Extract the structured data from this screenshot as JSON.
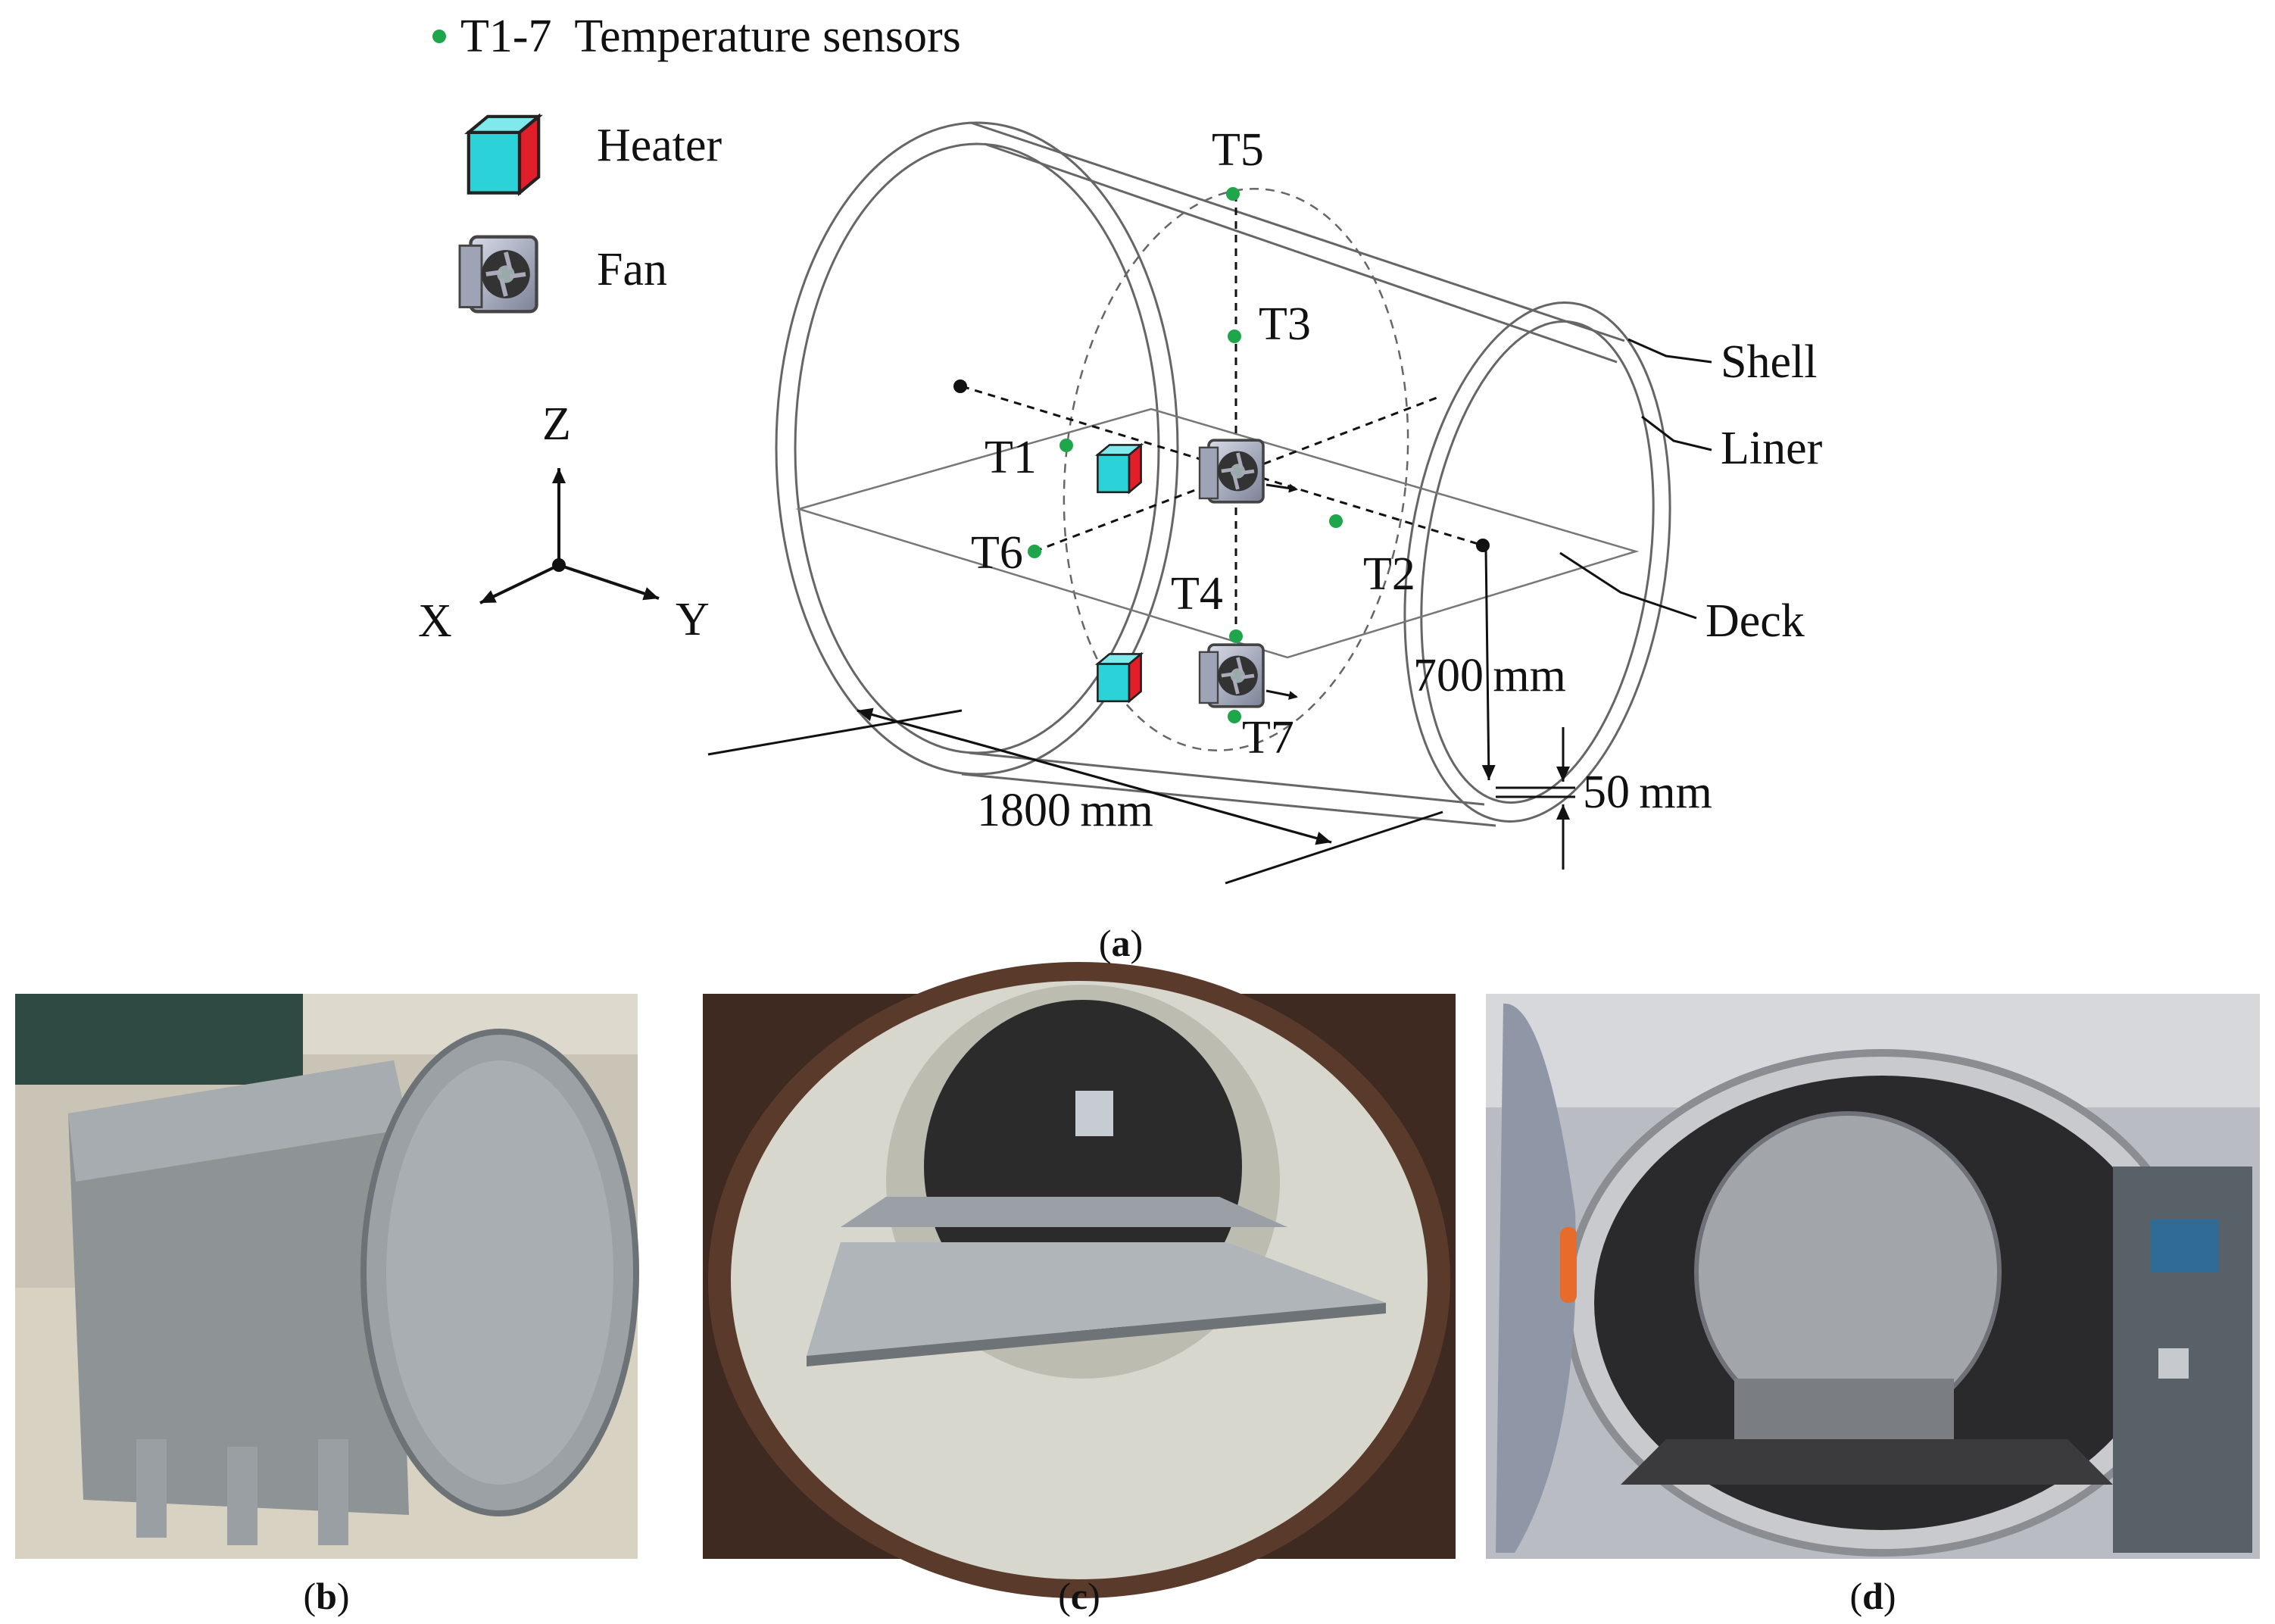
{
  "legend": {
    "sensors": "T1-7  Temperature sensors",
    "heater": "Heater",
    "fan": "Fan"
  },
  "axes": {
    "z": "Z",
    "x": "X",
    "y": "Y"
  },
  "sensors": {
    "t1": "T1",
    "t2": "T2",
    "t3": "T3",
    "t4": "T4",
    "t5": "T5",
    "t6": "T6",
    "t7": "T7"
  },
  "parts": {
    "shell": "Shell",
    "liner": "Liner",
    "deck": "Deck"
  },
  "dimensions": {
    "length": "1800 mm",
    "height": "700 mm",
    "gap": "50 mm"
  },
  "captions": {
    "a": "a",
    "b": "b",
    "c": "c",
    "d": "d"
  },
  "colors": {
    "sensor": "#1fa64b",
    "heater_front": "#2bd3d8",
    "heater_side": "#e01f2a",
    "line": "#555555"
  }
}
